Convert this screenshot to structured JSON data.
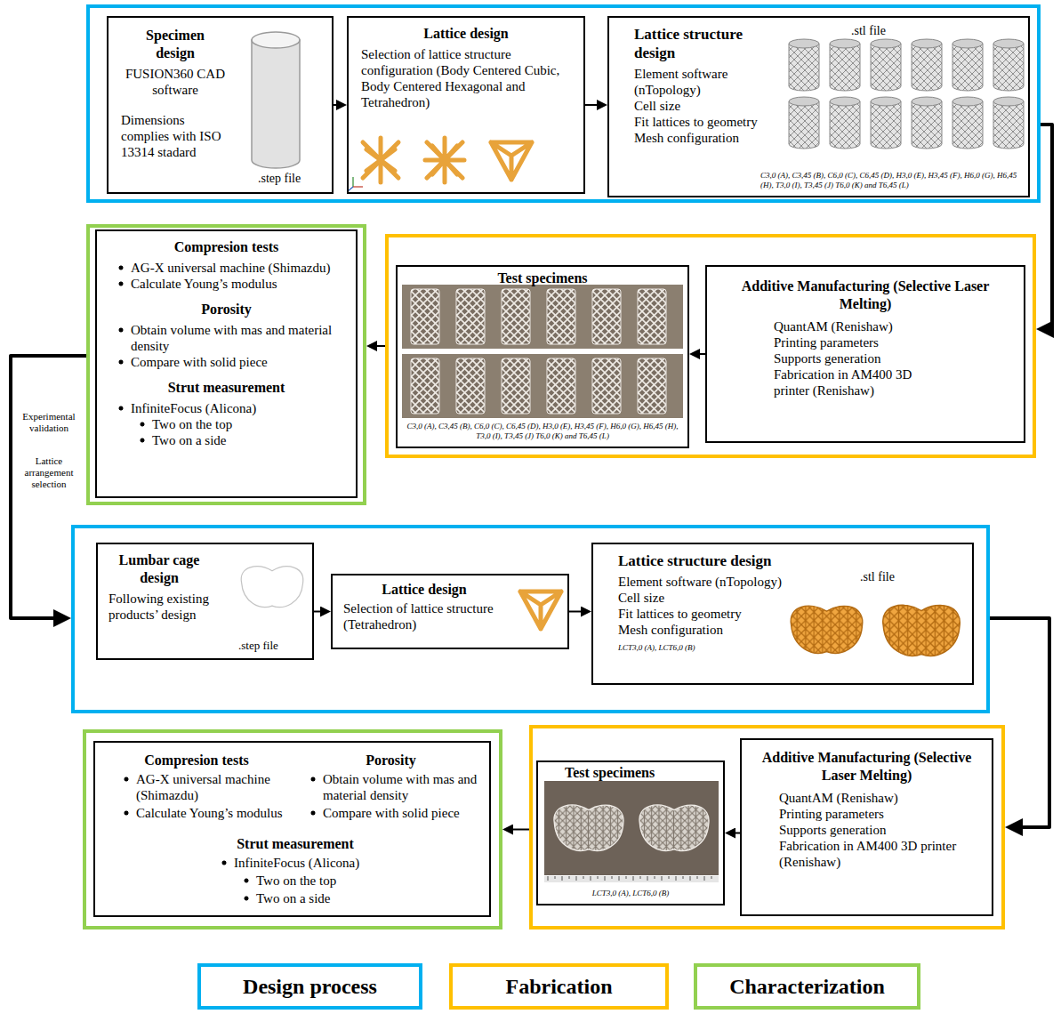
{
  "diagram": {
    "nodes": [
      {
        "text": []
      },
      {
        "text": [
          "Specimen design",
          "FUSION360 CAD software",
          "Dimensions complies with ISO 13314 stadard",
          ".step file"
        ],
        "in": 0
      },
      {
        "text": [
          "Lattice design",
          "Selection of lattice structure configuration (Body Centered Cubic, Body Centered Hexagonal and Tetrahedron)"
        ],
        "in": 0
      },
      {
        "text": [
          "Lattice structure design",
          "Element software (nTopology)",
          "Cell size",
          "Fit lattices to geometry",
          "Mesh configuration",
          ".stl file",
          "C3,0 (A), C3,45 (B), C6,0 (C), C6,45 (D), H3,0 (E), H3,45 (F), H6,0 (G), H6,45 (H), T3,0 (I), T3,45 (J) T6,0 (K) and T6,45 (L)"
        ],
        "in": 0
      },
      {
        "text": []
      },
      {
        "text": [
          "Compresion tests",
          "AG-X universal machine (Shimazdu)",
          "Calculate Young’s modulus",
          "Porosity",
          "Obtain volume with mas and material density",
          "Compare with solid piece",
          "Strut measurement",
          "InfiniteFocus (Alicona)",
          "Two on the top",
          "Two on a side"
        ],
        "in": 4
      },
      {
        "text": []
      },
      {
        "text": [
          "Test specimens",
          "C3,0 (A), C3,45 (B), C6,0 (C), C6,45 (D), H3,0 (E), H3,45 (F), H6,0 (G), H6,45 (H), T3,0 (I), T3,45 (J) T6,0 (K) and T6,45 (L)"
        ],
        "in": 6
      },
      {
        "text": [
          "Additive Manufacturing (Selective Laser Melting)",
          "QuantAM (Renishaw)",
          "Printing parameters",
          "Supports generation",
          "Fabrication in AM400 3D printer (Renishaw)"
        ],
        "in": 6
      },
      {
        "text": []
      },
      {
        "text": [
          "Lumbar cage design",
          "Following existing products’ design",
          ".step file"
        ],
        "in": 9
      },
      {
        "text": [
          "Lattice design",
          "Selection of lattice structure (Tetrahedron)"
        ],
        "in": 9
      },
      {
        "text": [
          "Lattice structure design",
          "Element software (nTopology)",
          "Cell size",
          "Fit lattices to geometry",
          "Mesh configuration",
          ".stl file",
          "LCT3,0 (A), LCT6,0 (B)"
        ],
        "in": 9
      },
      {
        "text": []
      },
      {
        "text": [
          "Compresion tests",
          "AG-X universal machine (Shimazdu)",
          "Calculate Young’s modulus",
          "Porosity",
          "Obtain volume with mas and material density",
          "Compare with solid piece",
          "Strut measurement",
          "InfiniteFocus (Alicona)",
          "Two on the top",
          "Two on a side"
        ],
        "in": 13
      },
      {
        "text": []
      },
      {
        "text": [
          "Test specimens",
          "LCT3,0 (A), LCT6,0 (B)"
        ],
        "in": 15
      },
      {
        "text": [
          "Additive Manufacturing (Selective Laser Melting)",
          "QuantAM (Renishaw)",
          "Printing parameters",
          "Supports generation",
          "Fabrication in AM400 3D printer (Renishaw)"
        ],
        "in": 15
      }
    ],
    "edges": [
      {
        "from": 1,
        "to": 2,
        "arrow": "to"
      },
      {
        "from": 2,
        "to": 3,
        "arrow": "to"
      },
      {
        "from": 0,
        "to": 6,
        "arrow": "to"
      },
      {
        "from": 8,
        "to": 7,
        "arrow": "to"
      },
      {
        "from": 6,
        "to": 4,
        "arrow": "to"
      },
      {
        "from": 4,
        "to": 9,
        "arrow": "to"
      },
      {
        "from": 10,
        "to": 11,
        "arrow": "to"
      },
      {
        "from": 11,
        "to": 12,
        "arrow": "to"
      },
      {
        "from": 9,
        "to": 15,
        "arrow": "to"
      },
      {
        "from": 17,
        "to": 16,
        "arrow": "to"
      },
      {
        "from": 15,
        "to": 13,
        "arrow": "to"
      }
    ],
    "labels": [
      "Experimental validation",
      "Lattice arrangement selection"
    ],
    "legend": [
      {
        "text": "Design process",
        "color": "#00B0F0"
      },
      {
        "text": "Fabrication",
        "color": "#FFC000"
      },
      {
        "text": "Characterization",
        "color": "#92D050"
      }
    ]
  }
}
